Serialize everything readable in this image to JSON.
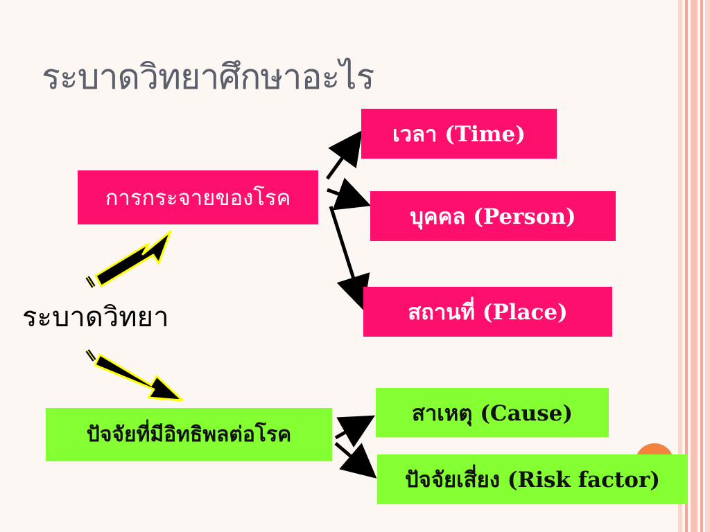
{
  "slide": {
    "title": "ระบาดวิทยาศึกษาอะไร",
    "center_label": "ระบาดวิทยา",
    "distribution_box": "การกระจายของโรค",
    "factors_box": "ปัจจัยที่มีอิทธิพลต่อโรค",
    "time_box": "เวลา (Time)",
    "person_box": "บุคคล (Person)",
    "place_box": "สถานที่ (Place)",
    "cause_box": "สาเหตุ (Cause)",
    "risk_box": "ปัจจัยเสี่ยง (Risk factor)"
  },
  "colors": {
    "pink": "#ff0f6d",
    "green": "#84ff32",
    "title": "#5b5f6b",
    "stripe_accent": "#f4a89a",
    "circle": "#f4823f"
  }
}
